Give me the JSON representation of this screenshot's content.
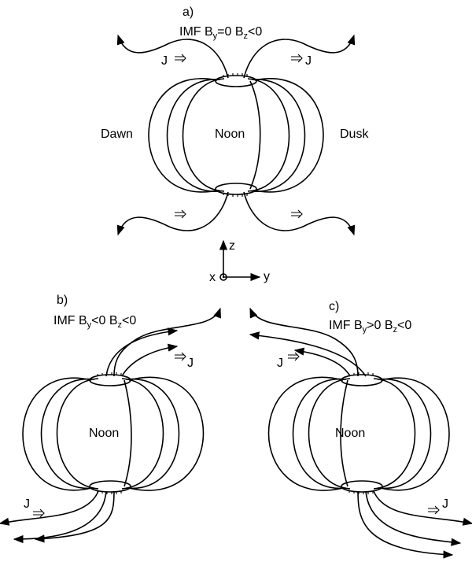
{
  "panel_a": {
    "label": "a)",
    "imf": {
      "prefix": "IMF B",
      "by_sub": "y",
      "by_rest": "=0  B",
      "bz_sub": "z",
      "bz_rest": "<0"
    },
    "dawn": "Dawn",
    "noon": "Noon",
    "dusk": "Dusk",
    "current": "J"
  },
  "axes": {
    "x": "x",
    "y": "y",
    "z": "z"
  },
  "panel_b": {
    "label": "b)",
    "imf": {
      "prefix": "IMF B",
      "by_sub": "y",
      "by_rest": "<0  B",
      "bz_sub": "z",
      "bz_rest": "<0"
    },
    "noon": "Noon",
    "current": "J"
  },
  "panel_c": {
    "label": "c)",
    "imf": {
      "prefix": "IMF B",
      "by_sub": "y",
      "by_rest": ">0  B",
      "bz_sub": "z",
      "bz_rest": "<0"
    },
    "noon": "Noon",
    "current": "J"
  }
}
